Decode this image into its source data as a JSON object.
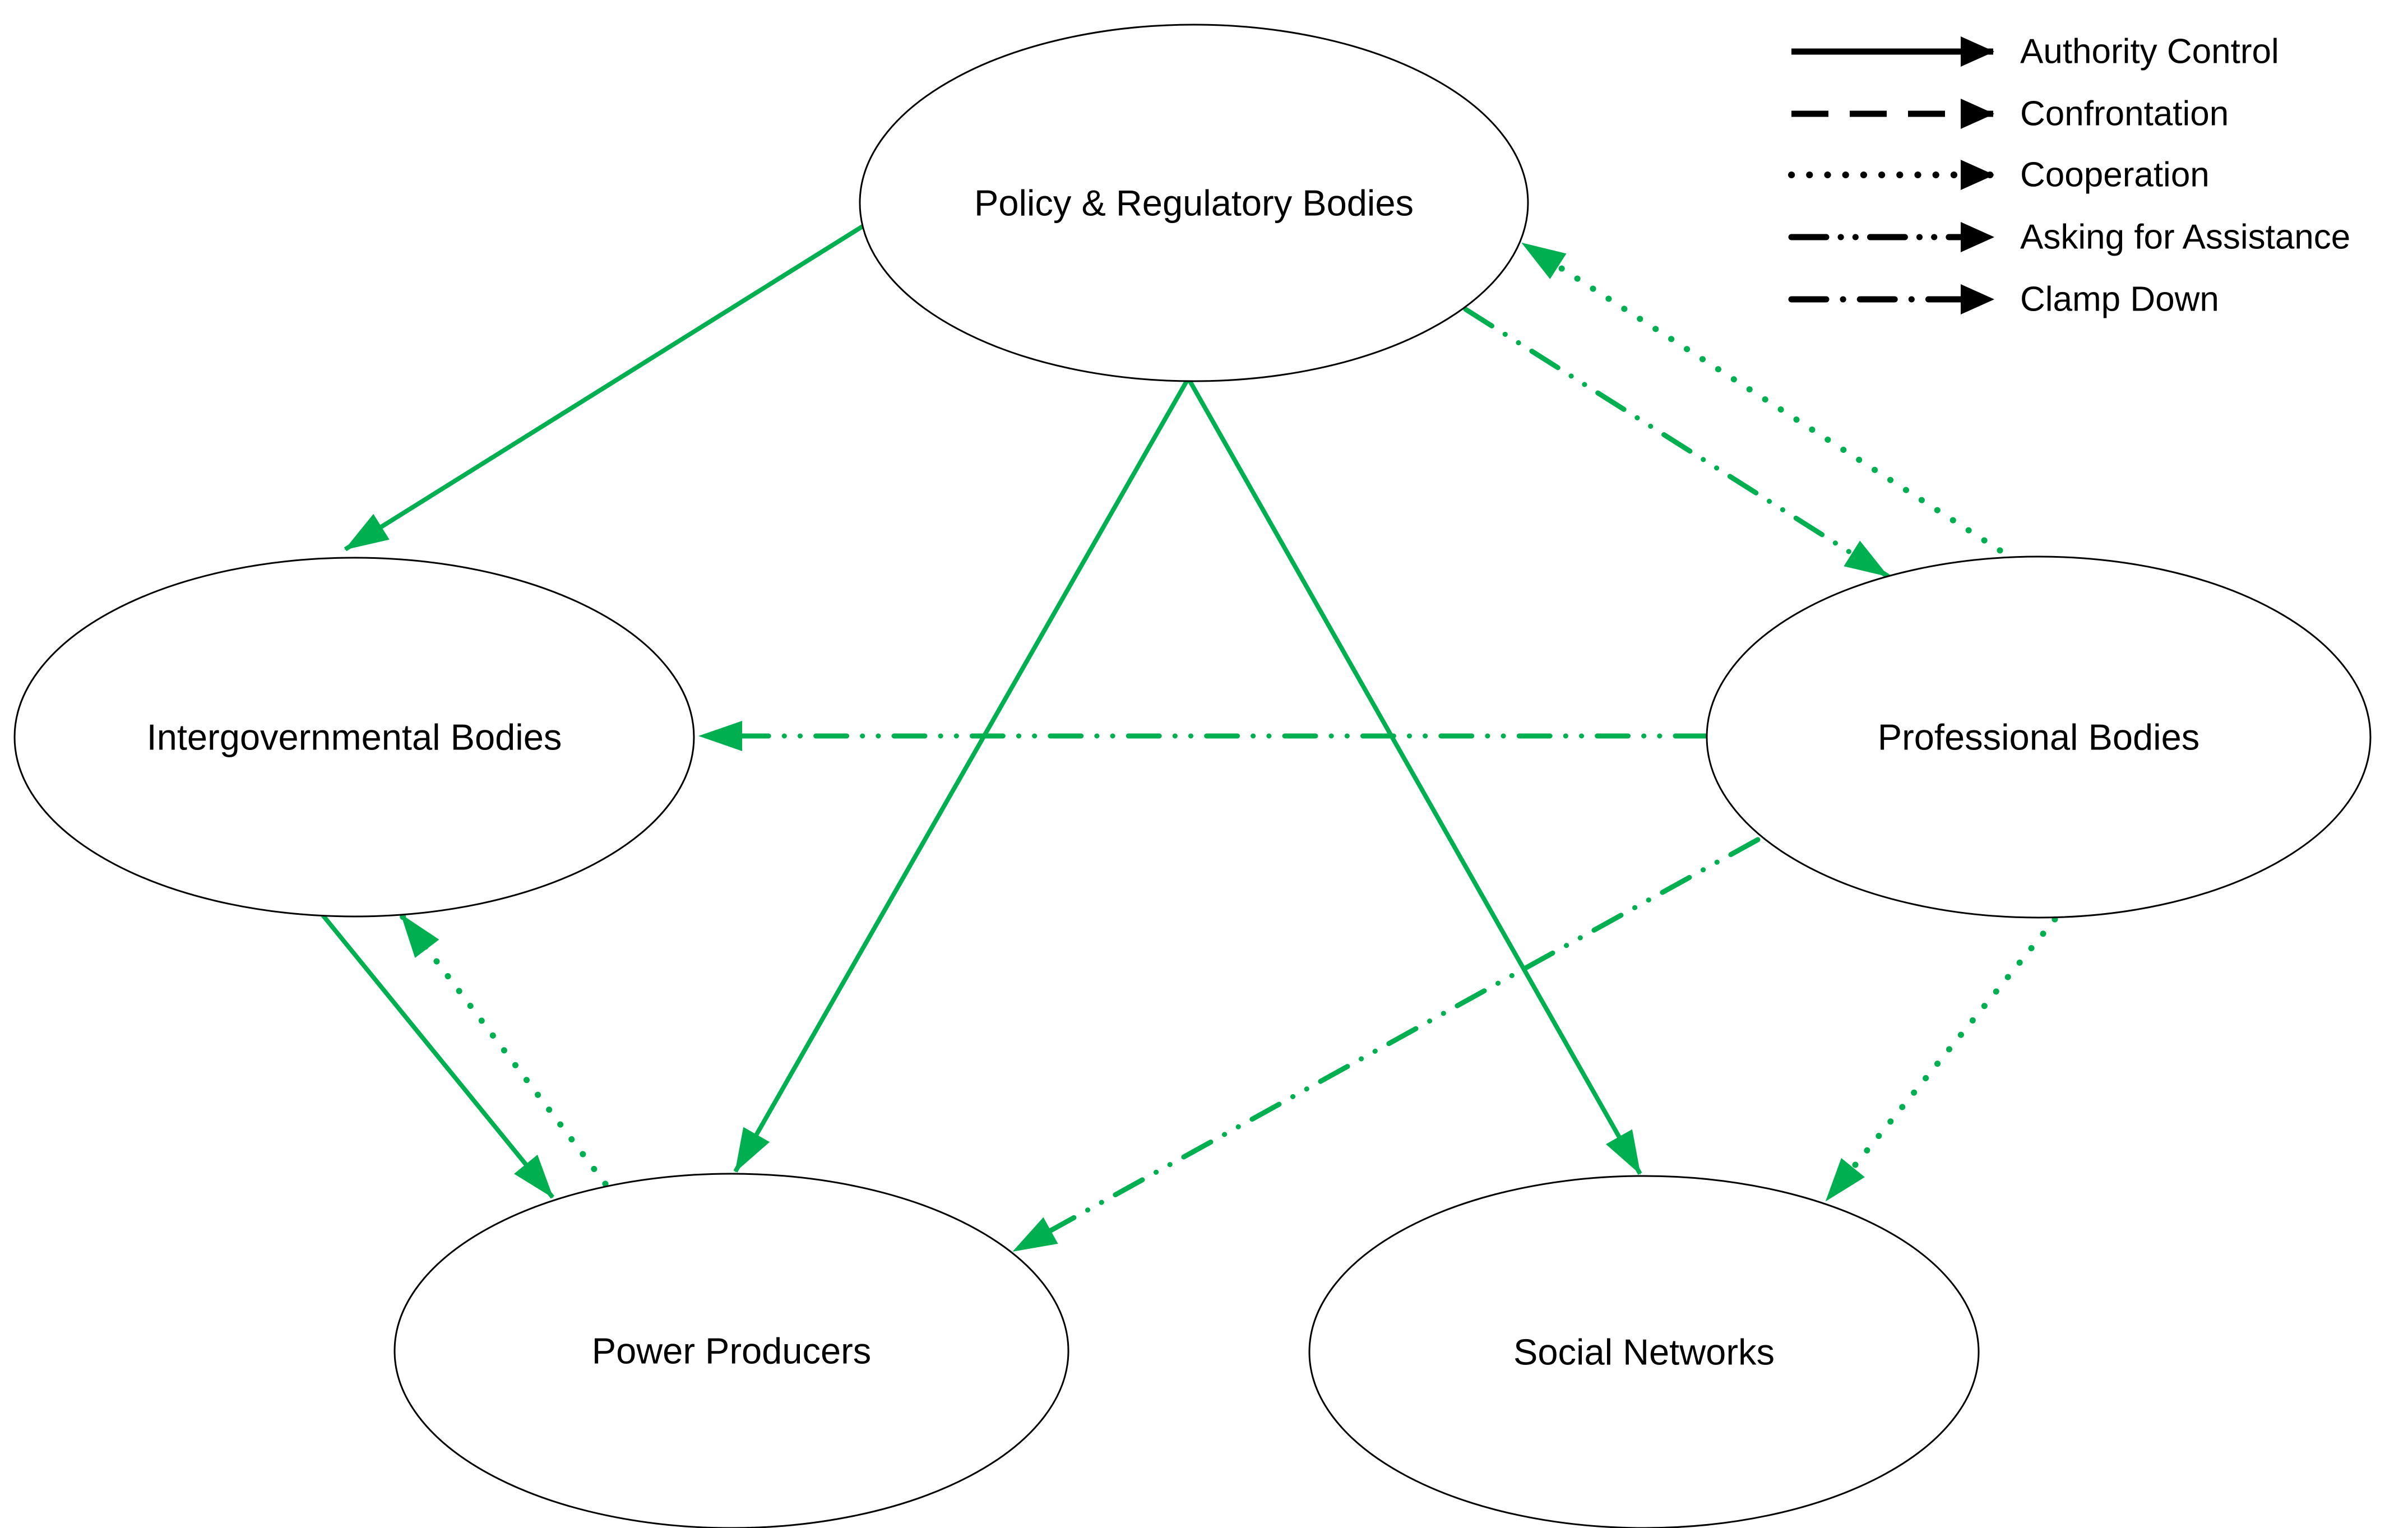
{
  "diagram": {
    "nodes": [
      {
        "id": "policy",
        "label": "Policy & Regulatory Bodies"
      },
      {
        "id": "intergovernmental",
        "label": "Intergovernmental Bodies"
      },
      {
        "id": "professional",
        "label": "Professional Bodies"
      },
      {
        "id": "power",
        "label": "Power Producers"
      },
      {
        "id": "social",
        "label": "Social Networks"
      }
    ],
    "edges": [
      {
        "from": "Policy & Regulatory Bodies",
        "to": "Intergovernmental Bodies",
        "relationship": "Authority Control",
        "style": "solid"
      },
      {
        "from": "Policy & Regulatory Bodies",
        "to": "Power Producers",
        "relationship": "Authority Control",
        "style": "solid"
      },
      {
        "from": "Policy & Regulatory Bodies",
        "to": "Social Networks",
        "relationship": "Authority Control",
        "style": "solid"
      },
      {
        "from": "Intergovernmental Bodies",
        "to": "Power Producers",
        "relationship": "Authority Control",
        "style": "solid"
      },
      {
        "from": "Power Producers",
        "to": "Intergovernmental Bodies",
        "relationship": "Cooperation",
        "style": "dotted"
      },
      {
        "from": "Professional Bodies",
        "to": "Policy & Regulatory Bodies",
        "relationship": "Cooperation",
        "style": "dotted"
      },
      {
        "from": "Professional Bodies",
        "to": "Social Networks",
        "relationship": "Cooperation",
        "style": "dotted"
      },
      {
        "from": "Policy & Regulatory Bodies",
        "to": "Professional Bodies",
        "relationship": "Asking for Assistance",
        "style": "dash-dot-dot"
      },
      {
        "from": "Professional Bodies",
        "to": "Intergovernmental Bodies",
        "relationship": "Asking for Assistance",
        "style": "dash-dot-dot"
      },
      {
        "from": "Professional Bodies",
        "to": "Power Producers",
        "relationship": "Asking for Assistance",
        "style": "dash-dot-dot"
      }
    ],
    "legend": {
      "items": [
        {
          "style": "solid",
          "label": "Authority Control"
        },
        {
          "style": "dashed",
          "label": "Confrontation"
        },
        {
          "style": "dotted",
          "label": "Cooperation"
        },
        {
          "style": "dash-dot-dot",
          "label": "Asking for Assistance"
        },
        {
          "style": "dash-dot",
          "label": "Clamp Down"
        }
      ]
    }
  },
  "colors": {
    "edge_green": "#00b050",
    "line_black": "#000000",
    "text": "#000000",
    "node_fill": "#ffffff",
    "background": "#ffffff"
  }
}
